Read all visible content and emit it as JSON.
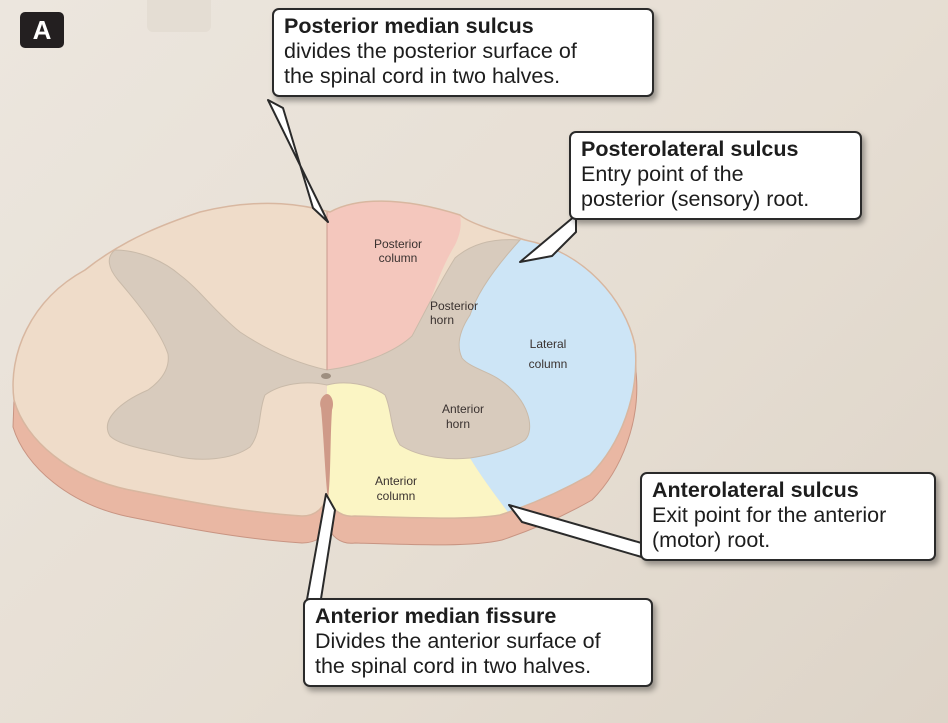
{
  "figure_letter": "A",
  "regions": {
    "posterior_column": [
      "Posterior",
      "column"
    ],
    "posterior_horn": [
      "Posterior",
      "horn"
    ],
    "lateral_column": [
      "Lateral",
      "column"
    ],
    "anterior_horn": [
      "Anterior",
      "horn"
    ],
    "anterior_column": [
      "Anterior",
      "column"
    ]
  },
  "callouts": {
    "posterior_median_sulcus": {
      "title": "Posterior median sulcus",
      "lines": [
        "divides the posterior surface of",
        "the spinal cord in two halves."
      ]
    },
    "posterolateral_sulcus": {
      "title": "Posterolateral sulcus",
      "lines": [
        "Entry point of the",
        "posterior (sensory) root."
      ]
    },
    "anterolateral_sulcus": {
      "title": "Anterolateral sulcus",
      "lines": [
        "Exit point for the anterior",
        "(motor) root."
      ]
    },
    "anterior_median_fissure": {
      "title": "Anterior median fissure",
      "lines": [
        "Divides the anterior surface of",
        "the spinal cord in two halves."
      ]
    }
  },
  "colors": {
    "white_matter": "#efdcc9",
    "gray_matter": "#d8cbbd",
    "posterior_column": "#f4c7bd",
    "lateral_column": "#cde5f6",
    "anterior_column": "#fbf5c4",
    "cut_edge": "#e9b7a3"
  }
}
